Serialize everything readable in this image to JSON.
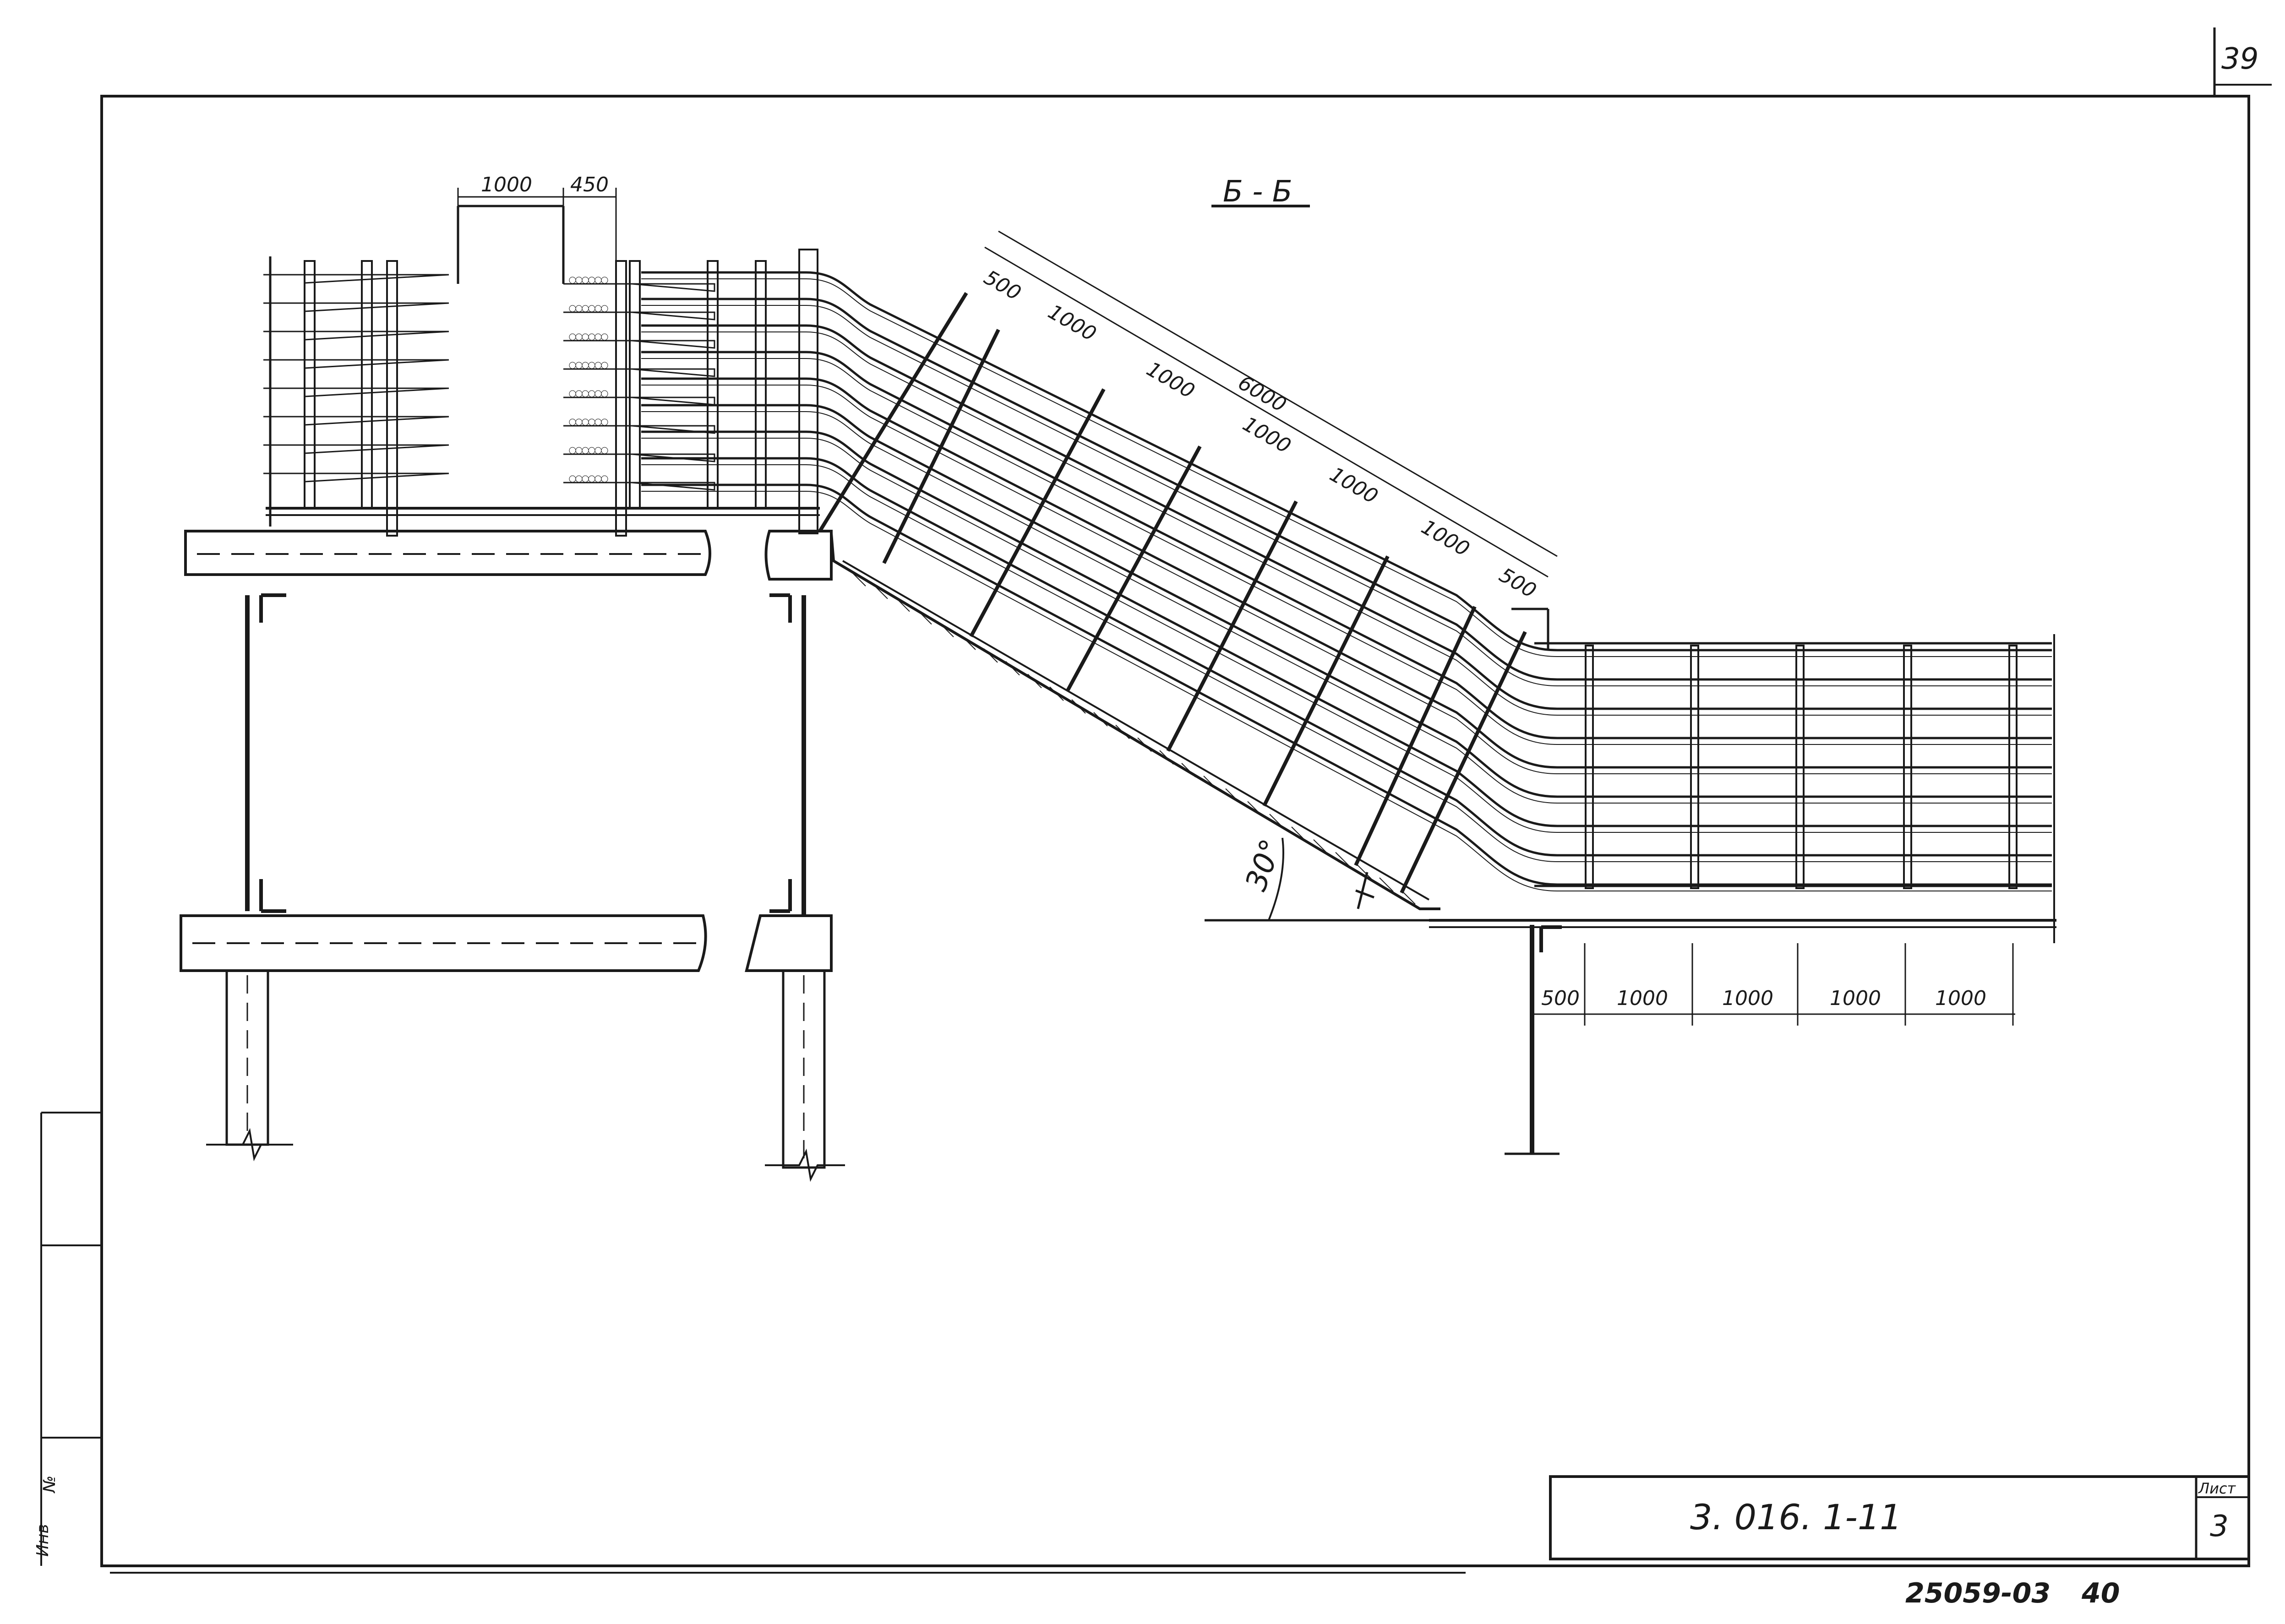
{
  "sheet": {
    "page_number_top": "39",
    "section_title": "Б - Б",
    "document_code": "3. 016. 1-11",
    "sheet_label": "Лист",
    "sheet_number": "3",
    "archive_number": "25059-03",
    "archive_page": "40",
    "side_stamp_1": "Инв",
    "side_stamp_2": "№"
  },
  "dimensions": {
    "top_left": [
      "1000",
      "450"
    ],
    "slope_segments": [
      "500",
      "1000",
      "1000",
      "1000",
      "1000",
      "1000",
      "500"
    ],
    "slope_total": "6000",
    "bottom_right": [
      "500",
      "1000",
      "1000",
      "1000",
      "1000"
    ],
    "angle": "30°"
  },
  "colors": {
    "ink": "#1a1a1a",
    "paper": "#ffffff"
  }
}
